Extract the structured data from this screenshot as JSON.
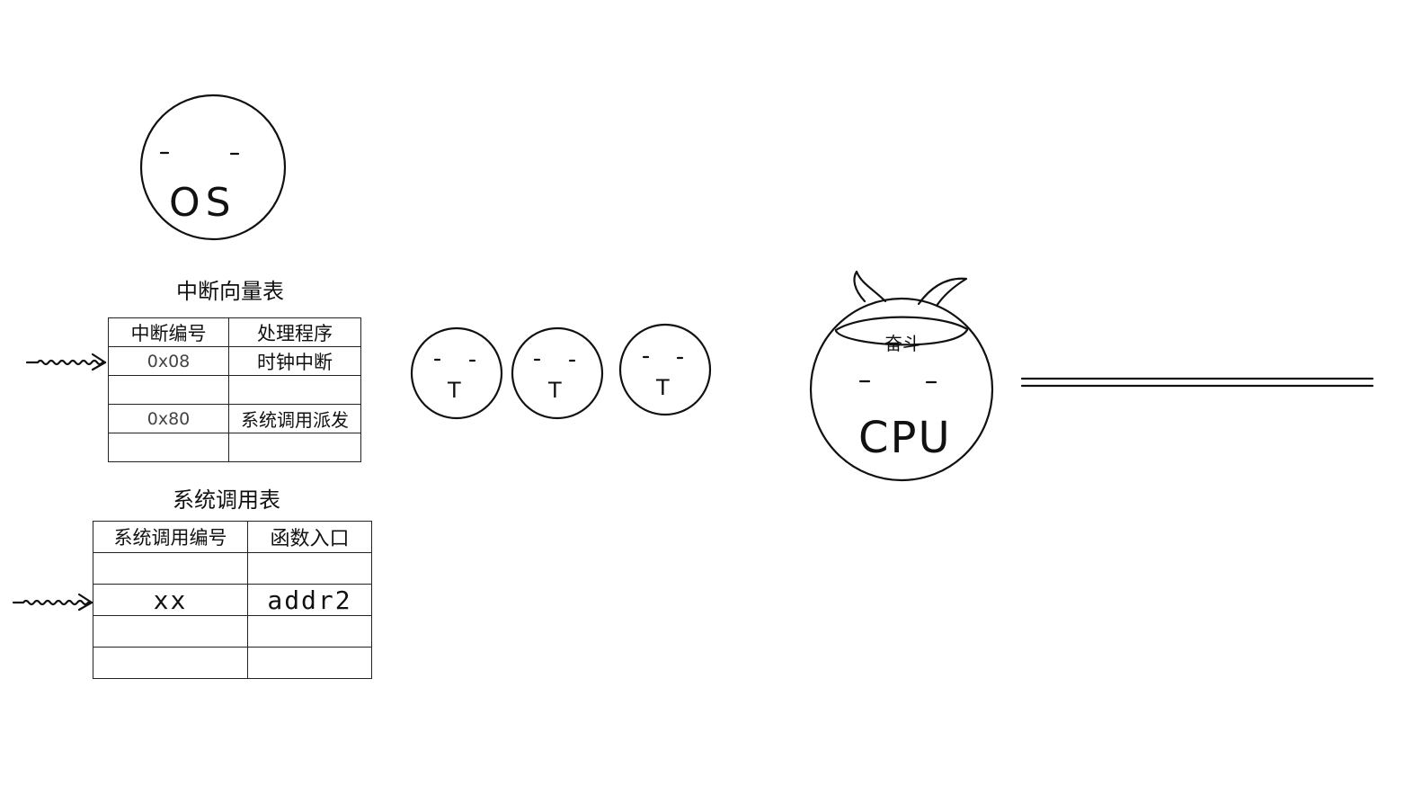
{
  "os": {
    "label": "OS"
  },
  "cpu": {
    "label": "CPU",
    "headband": "奋斗"
  },
  "threads": [
    {
      "label": "T"
    },
    {
      "label": "T"
    },
    {
      "label": "T"
    }
  ],
  "interrupt_vector_table": {
    "title": "中断向量表",
    "headers": [
      "中断编号",
      "处理程序"
    ],
    "rows": [
      [
        "0x08",
        "时钟中断"
      ],
      [
        "",
        ""
      ],
      [
        "0x80",
        "系统调用派发"
      ],
      [
        "",
        ""
      ]
    ]
  },
  "syscall_table": {
    "title": "系统调用表",
    "headers": [
      "系统调用编号",
      "函数入口"
    ],
    "rows": [
      [
        "",
        ""
      ],
      [
        "xx",
        "addr2"
      ],
      [
        "",
        ""
      ],
      [
        "",
        ""
      ]
    ]
  }
}
